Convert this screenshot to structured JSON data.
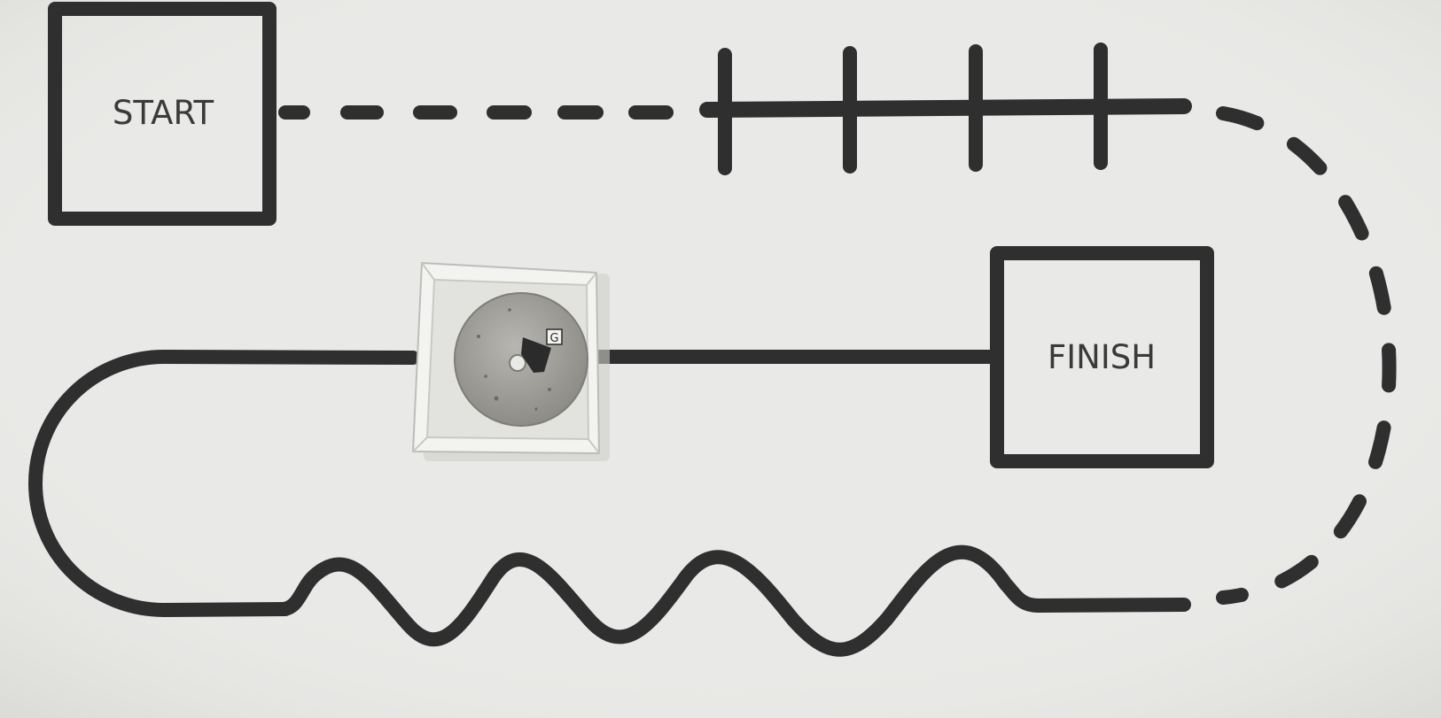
{
  "labels": {
    "start": "START",
    "finish": "FINISH"
  },
  "colors": {
    "background": "#e9e9e7",
    "track": "#2f2f2f",
    "robot_body": "#a3a29c",
    "robot_box": "#f3f3f1"
  },
  "robot": {
    "marker_letter": "G"
  }
}
